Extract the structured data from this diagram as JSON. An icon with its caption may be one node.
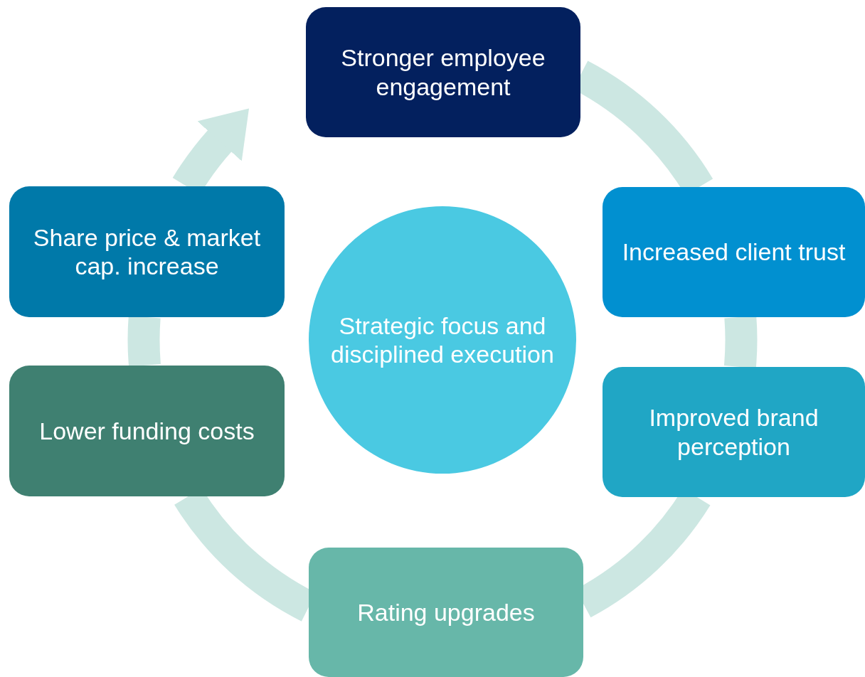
{
  "diagram": {
    "nodes": [
      {
        "text": [
          "Stronger employee engagement"
        ]
      },
      {
        "text": [
          "Increased client trust"
        ]
      },
      {
        "text": [
          "Improved brand perception"
        ]
      },
      {
        "text": [
          "Rating upgrades"
        ]
      },
      {
        "text": [
          "Lower funding costs"
        ]
      },
      {
        "text": [
          "Share price & market cap. increase"
        ]
      },
      {
        "text": [
          "Strategic focus and disciplined execution"
        ]
      }
    ],
    "edges": [
      {
        "from": 0,
        "to": 1,
        "arrow": "none"
      },
      {
        "from": 1,
        "to": 2,
        "arrow": "none"
      },
      {
        "from": 2,
        "to": 3,
        "arrow": "none"
      },
      {
        "from": 3,
        "to": 4,
        "arrow": "none"
      },
      {
        "from": 4,
        "to": 5,
        "arrow": "none"
      },
      {
        "from": 5,
        "to": 0,
        "arrow": "to"
      }
    ]
  }
}
